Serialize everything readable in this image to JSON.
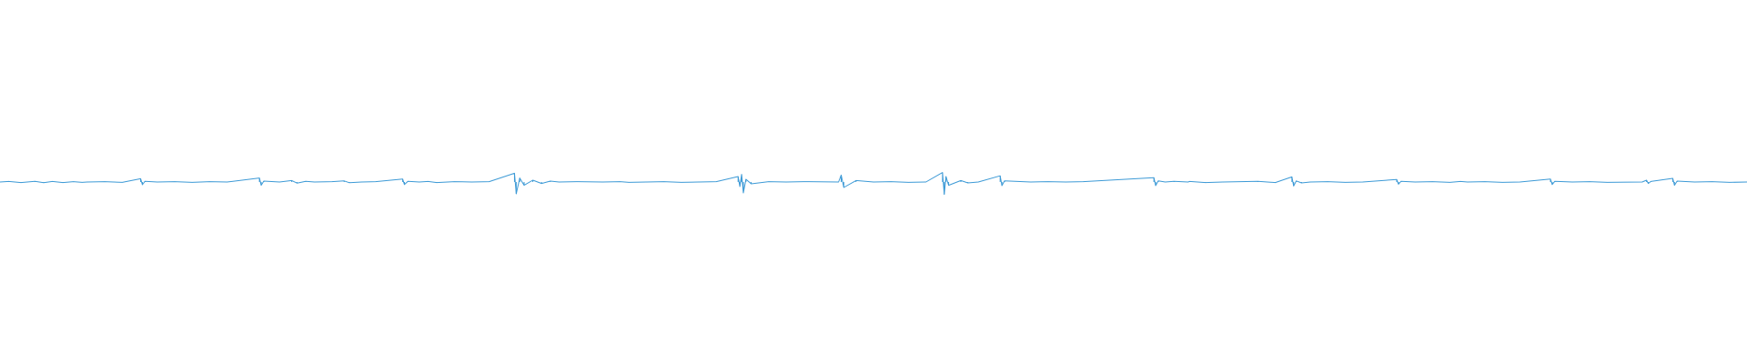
{
  "chart_data": {
    "type": "line",
    "title": "",
    "xlabel": "",
    "ylabel": "",
    "grid": false,
    "legend": "none",
    "ylim": [
      -1,
      1
    ],
    "x_range": [
      0,
      1
    ],
    "series": [
      {
        "color": "#3d9ad6",
        "x": [
          0.0,
          0.005,
          0.012,
          0.02,
          0.025,
          0.03,
          0.036,
          0.042,
          0.047,
          0.05,
          0.06,
          0.07,
          0.0805,
          0.0815,
          0.083,
          0.09,
          0.1,
          0.11,
          0.12,
          0.13,
          0.1485,
          0.1495,
          0.151,
          0.16,
          0.167,
          0.17,
          0.175,
          0.18,
          0.19,
          0.197,
          0.2,
          0.207,
          0.215,
          0.2305,
          0.2315,
          0.2335,
          0.24,
          0.245,
          0.25,
          0.26,
          0.27,
          0.28,
          0.2945,
          0.2955,
          0.2975,
          0.3,
          0.305,
          0.31,
          0.315,
          0.32,
          0.33,
          0.345,
          0.355,
          0.36,
          0.37,
          0.38,
          0.39,
          0.4,
          0.41,
          0.4225,
          0.4235,
          0.4245,
          0.4255,
          0.427,
          0.43,
          0.44,
          0.45,
          0.46,
          0.48,
          0.4815,
          0.483,
          0.49,
          0.5,
          0.51,
          0.52,
          0.53,
          0.5395,
          0.5405,
          0.5415,
          0.543,
          0.55,
          0.554,
          0.56,
          0.5725,
          0.5735,
          0.575,
          0.59,
          0.6,
          0.61,
          0.62,
          0.6605,
          0.6615,
          0.663,
          0.667,
          0.672,
          0.68,
          0.681,
          0.69,
          0.7,
          0.72,
          0.73,
          0.7395,
          0.7405,
          0.742,
          0.745,
          0.75,
          0.76,
          0.77,
          0.78,
          0.7995,
          0.8005,
          0.802,
          0.81,
          0.82,
          0.83,
          0.836,
          0.84,
          0.85,
          0.86,
          0.87,
          0.8875,
          0.8885,
          0.89,
          0.9,
          0.91,
          0.92,
          0.94,
          0.9425,
          0.9435,
          0.945,
          0.9575,
          0.9585,
          0.96,
          0.97,
          0.98,
          0.99,
          1.0
        ],
        "y": [
          0.0,
          0.03,
          -0.03,
          0.04,
          -0.04,
          0.03,
          -0.03,
          0.02,
          -0.02,
          0.0,
          0.02,
          -0.02,
          0.18,
          -0.15,
          0.04,
          0.0,
          0.02,
          -0.02,
          0.02,
          0.0,
          0.22,
          -0.18,
          0.05,
          0.0,
          0.08,
          -0.06,
          0.04,
          0.0,
          0.02,
          0.06,
          -0.04,
          0.0,
          0.02,
          0.16,
          -0.14,
          0.04,
          0.0,
          0.03,
          -0.03,
          0.02,
          0.0,
          0.02,
          0.48,
          -0.65,
          0.22,
          -0.18,
          0.1,
          -0.08,
          0.05,
          0.0,
          0.02,
          0.0,
          0.02,
          -0.02,
          0.0,
          0.02,
          -0.02,
          0.0,
          0.02,
          0.3,
          -0.25,
          0.42,
          -0.6,
          0.15,
          -0.1,
          0.02,
          0.0,
          0.02,
          0.0,
          0.38,
          -0.3,
          0.08,
          0.0,
          0.02,
          -0.02,
          0.0,
          0.52,
          -0.68,
          0.3,
          -0.18,
          0.08,
          -0.05,
          0.0,
          0.34,
          -0.2,
          0.06,
          0.0,
          0.02,
          0.0,
          0.02,
          0.24,
          -0.2,
          0.06,
          0.0,
          0.04,
          0.0,
          0.03,
          -0.03,
          0.0,
          0.04,
          -0.03,
          0.28,
          -0.22,
          0.06,
          -0.05,
          0.0,
          0.02,
          -0.02,
          0.0,
          0.14,
          -0.12,
          0.04,
          0.0,
          0.02,
          -0.02,
          0.03,
          0.0,
          0.02,
          -0.02,
          0.0,
          0.16,
          -0.14,
          0.04,
          0.0,
          0.02,
          -0.02,
          0.0,
          0.1,
          -0.08,
          0.03,
          0.2,
          -0.18,
          0.05,
          0.0,
          0.02,
          -0.02,
          0.0
        ]
      }
    ]
  }
}
